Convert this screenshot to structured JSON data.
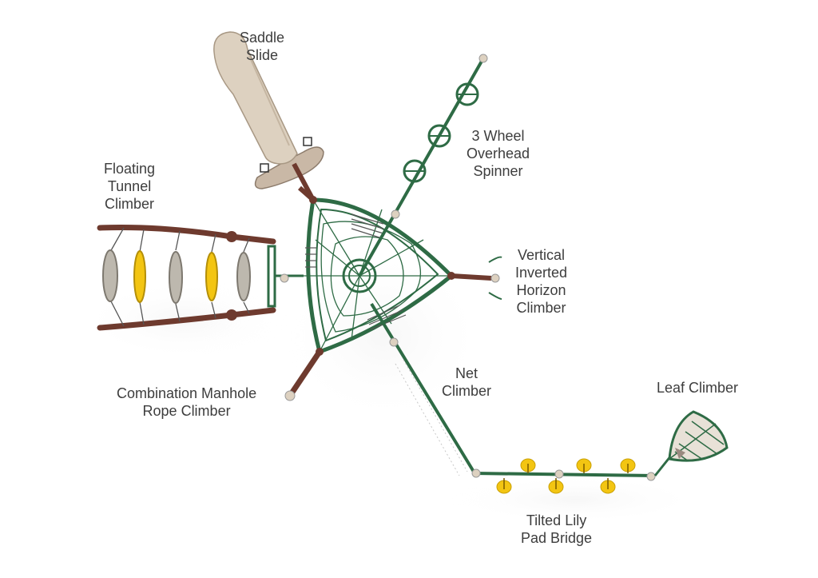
{
  "labels": {
    "saddle_slide": [
      "Saddle",
      "Slide"
    ],
    "overhead_spinner": [
      "3 Wheel",
      "Overhead",
      "Spinner"
    ],
    "tunnel_climber": [
      "Floating",
      "Tunnel",
      "Climber"
    ],
    "horizon_climber": [
      "Vertical",
      "Inverted",
      "Horizon",
      "Climber"
    ],
    "net_climber": [
      "Net",
      "Climber"
    ],
    "leaf_climber": [
      "Leaf Climber"
    ],
    "manhole_climber": [
      "Combination Manhole",
      "Rope Climber"
    ],
    "lily_pad_bridge": [
      "Tilted Lily",
      "Pad Bridge"
    ]
  },
  "colors": {
    "frame_green": "#2e6b45",
    "post_brown": "#6e3a2e",
    "slide_tan": "#ddd1c0",
    "lily_yellow": "#f3c512",
    "tunnel_grey": "#a9a49a",
    "label_text": "#3d3d3d"
  }
}
